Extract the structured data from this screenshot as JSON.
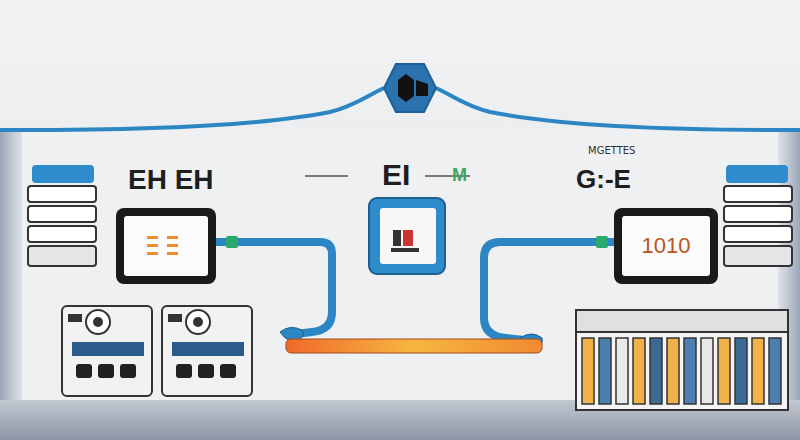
{
  "diagram": {
    "nodes": [
      {
        "text": [
          "1010"
        ]
      }
    ],
    "labels": [
      "EH EH",
      "EI",
      "M",
      "MGETTES",
      "G:-E"
    ]
  }
}
